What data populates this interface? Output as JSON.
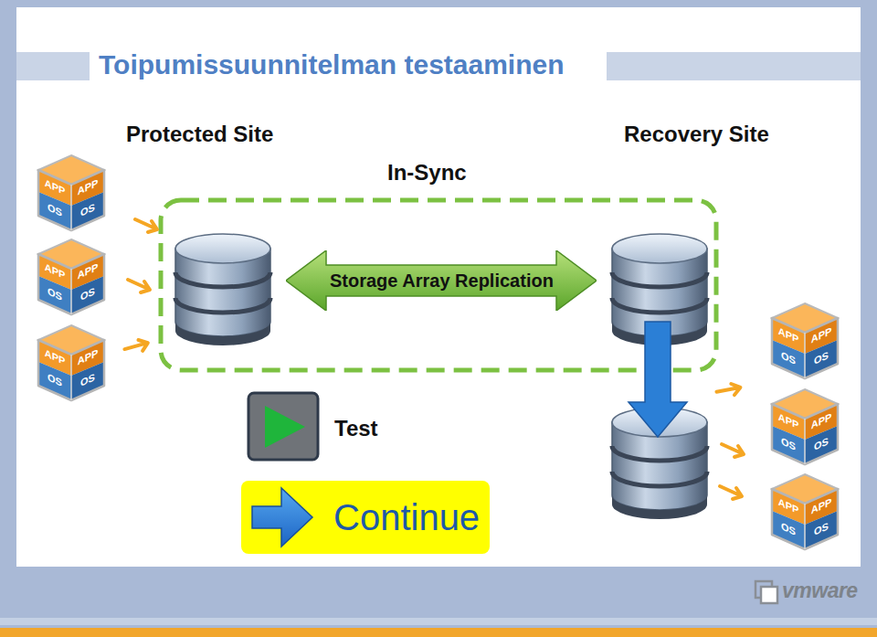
{
  "diagram": {
    "title": "Toipumissuunnitelman testaaminen",
    "nodes": [
      {
        "text": [
          "APP",
          "APP",
          "OS",
          "OS"
        ]
      },
      {
        "text": [
          "APP",
          "APP",
          "OS",
          "OS"
        ]
      },
      {
        "text": [
          "APP",
          "APP",
          "OS",
          "OS"
        ]
      },
      {
        "text": [
          "Storage Array Replication"
        ]
      },
      {
        "text": [
          "APP",
          "APP",
          "OS",
          "OS"
        ]
      },
      {
        "text": [
          "APP",
          "APP",
          "OS",
          "OS"
        ]
      },
      {
        "text": [
          "APP",
          "APP",
          "OS",
          "OS"
        ]
      },
      {
        "text": [
          "Continue"
        ]
      }
    ],
    "labels": [
      "Protected Site",
      "In-Sync",
      "Recovery Site",
      "Test",
      "vmware"
    ]
  }
}
